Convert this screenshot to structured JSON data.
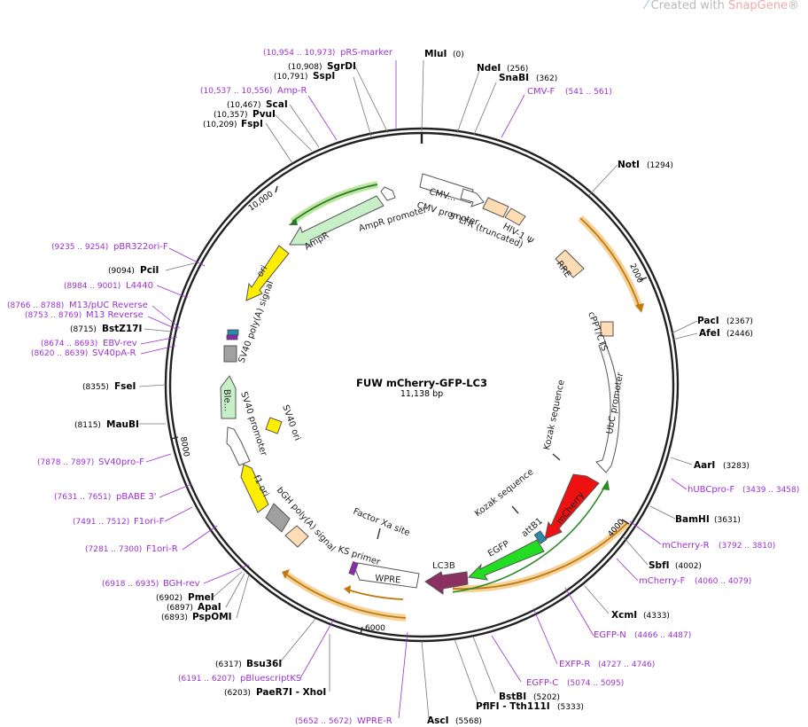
{
  "watermark": {
    "prefix": "Created with ",
    "brand": "SnapGene",
    "mark": "®"
  },
  "plasmid": {
    "name": "FUW mCherry-GFP-LC3",
    "length": "11,138 bp",
    "bp": 11138
  },
  "ticks": [
    "2000",
    "4000",
    "6000",
    "8000",
    "10,000"
  ],
  "enzymes": [
    {
      "name": "MluI",
      "pos": "(0)",
      "site": 0
    },
    {
      "name": "NdeI",
      "pos": "(256)",
      "site": 256
    },
    {
      "name": "SnaBI",
      "pos": "(362)",
      "site": 362
    },
    {
      "name": "NotI",
      "pos": "(1294)",
      "site": 1294
    },
    {
      "name": "PacI",
      "pos": "(2367)",
      "site": 2367
    },
    {
      "name": "AfeI",
      "pos": "(2446)",
      "site": 2446
    },
    {
      "name": "AarI",
      "pos": "(3283)",
      "site": 3283
    },
    {
      "name": "BamHI",
      "pos": "(3631)",
      "site": 3631
    },
    {
      "name": "SbfI",
      "pos": "(4002)",
      "site": 4002
    },
    {
      "name": "XcmI",
      "pos": "(4333)",
      "site": 4333
    },
    {
      "name": "BstBI",
      "pos": "(5202)",
      "site": 5202
    },
    {
      "name": "PflFI - Tth111I",
      "pos": "(5333)",
      "site": 5333
    },
    {
      "name": "AscI",
      "pos": "(5568)",
      "site": 5568
    },
    {
      "name": "PaeR7I - XhoI",
      "pos": "(6203)",
      "site": 6203
    },
    {
      "name": "Bsu36I",
      "pos": "(6317)",
      "site": 6317
    },
    {
      "name": "PspOMI",
      "pos": "(6893)",
      "site": 6893
    },
    {
      "name": "ApaI",
      "pos": "(6897)",
      "site": 6897
    },
    {
      "name": "PmeI",
      "pos": "(6902)",
      "site": 6902
    },
    {
      "name": "MauBI",
      "pos": "(8115)",
      "site": 8115
    },
    {
      "name": "FseI",
      "pos": "(8355)",
      "site": 8355
    },
    {
      "name": "BstZ17I",
      "pos": "(8715)",
      "site": 8715
    },
    {
      "name": "PciI",
      "pos": "(9094)",
      "site": 9094
    },
    {
      "name": "FspI",
      "pos": "(10,209)",
      "site": 10209
    },
    {
      "name": "PvuI",
      "pos": "(10,357)",
      "site": 10357
    },
    {
      "name": "ScaI",
      "pos": "(10,467)",
      "site": 10467
    },
    {
      "name": "SspI",
      "pos": "(10,791)",
      "site": 10791
    },
    {
      "name": "SgrDI",
      "pos": "(10,908)",
      "site": 10908
    }
  ],
  "primers": [
    {
      "name": "pRS-marker",
      "pos": "(10,954 .. 10,973)",
      "site": 10963
    },
    {
      "name": "Amp-R",
      "pos": "(10,537 .. 10,556)",
      "site": 10546
    },
    {
      "name": "CMV-F",
      "pos": "(541 .. 561)",
      "site": 551
    },
    {
      "name": "pBR322ori-F",
      "pos": "(9235 .. 9254)",
      "site": 9244
    },
    {
      "name": "L4440",
      "pos": "(8984 .. 9001)",
      "site": 8992
    },
    {
      "name": "M13/pUC Reverse",
      "pos": "(8766 .. 8788)",
      "site": 8777
    },
    {
      "name": "M13 Reverse",
      "pos": "(8753 .. 8769)",
      "site": 8761
    },
    {
      "name": "EBV-rev",
      "pos": "(8674 .. 8693)",
      "site": 8683
    },
    {
      "name": "SV40pA-R",
      "pos": "(8620 .. 8639)",
      "site": 8630
    },
    {
      "name": "SV40pro-F",
      "pos": "(7878 .. 7897)",
      "site": 7887
    },
    {
      "name": "pBABE 3'",
      "pos": "(7631 .. 7651)",
      "site": 7641
    },
    {
      "name": "F1ori-F",
      "pos": "(7491 .. 7512)",
      "site": 7501
    },
    {
      "name": "F1ori-R",
      "pos": "(7281 .. 7300)",
      "site": 7290
    },
    {
      "name": "BGH-rev",
      "pos": "(6918 .. 6935)",
      "site": 6926
    },
    {
      "name": "hUBCpro-F",
      "pos": "(3439 .. 3458)",
      "site": 3448
    },
    {
      "name": "mCherry-R",
      "pos": "(3792 .. 3810)",
      "site": 3801
    },
    {
      "name": "mCherry-F",
      "pos": "(4060 .. 4079)",
      "site": 4069
    },
    {
      "name": "EGFP-N",
      "pos": "(4466 .. 4487)",
      "site": 4476
    },
    {
      "name": "EXFP-R",
      "pos": "(4727 .. 4746)",
      "site": 4736
    },
    {
      "name": "EGFP-C",
      "pos": "(5074 .. 5095)",
      "site": 5084
    },
    {
      "name": "pBluescriptKS",
      "pos": "(6191 .. 6207)",
      "site": 6199
    },
    {
      "name": "WPRE-R",
      "pos": "(5652 .. 5672)",
      "site": 5662
    }
  ],
  "features": [
    {
      "label": "CMV...",
      "type": "promoter"
    },
    {
      "label": "CMV promoter",
      "type": "promoter"
    },
    {
      "label": "5' LTR (truncated)",
      "type": "LTR"
    },
    {
      "label": "HIV-1 Ψ",
      "type": "misc"
    },
    {
      "label": "RRE",
      "type": "misc"
    },
    {
      "label": "cPPT/CTS",
      "type": "misc"
    },
    {
      "label": "UbC promoter",
      "type": "promoter"
    },
    {
      "label": "Kozak sequence",
      "type": "misc"
    },
    {
      "label": "mCherry",
      "type": "CDS"
    },
    {
      "label": "attB1",
      "type": "site"
    },
    {
      "label": "EGFP",
      "type": "CDS"
    },
    {
      "label": "Kozak sequence",
      "type": "misc"
    },
    {
      "label": "LC3B",
      "type": "CDS"
    },
    {
      "label": "WPRE",
      "type": "misc"
    },
    {
      "label": "KS primer",
      "type": "primer_bind"
    },
    {
      "label": "Factor Xa site",
      "type": "site"
    },
    {
      "label": "bGH poly(A) signal",
      "type": "terminator"
    },
    {
      "label": "f1 ori",
      "type": "origin"
    },
    {
      "label": "SV40 promoter",
      "type": "promoter"
    },
    {
      "label": "SV40 ori",
      "type": "origin"
    },
    {
      "label": "Ble...",
      "type": "CDS"
    },
    {
      "label": "SV40 poly(A) signal",
      "type": "terminator"
    },
    {
      "label": "ori",
      "type": "origin"
    },
    {
      "label": "AmpR",
      "type": "CDS"
    },
    {
      "label": "AmpR promoter",
      "type": "promoter"
    }
  ],
  "colors": {
    "backbone": "#222222",
    "primer": "#9b30d0",
    "orf_orange": "#e8a040",
    "orf_green": "#78c040",
    "mcherry": "#ee1111",
    "egfp": "#22dd22",
    "lc3b": "#8b3060",
    "origin": "#ffee00",
    "ampr": "#c8f0c8",
    "misc": "#ffdcb4",
    "promoter": "#ffffff",
    "terminator": "#a0a0a0"
  }
}
